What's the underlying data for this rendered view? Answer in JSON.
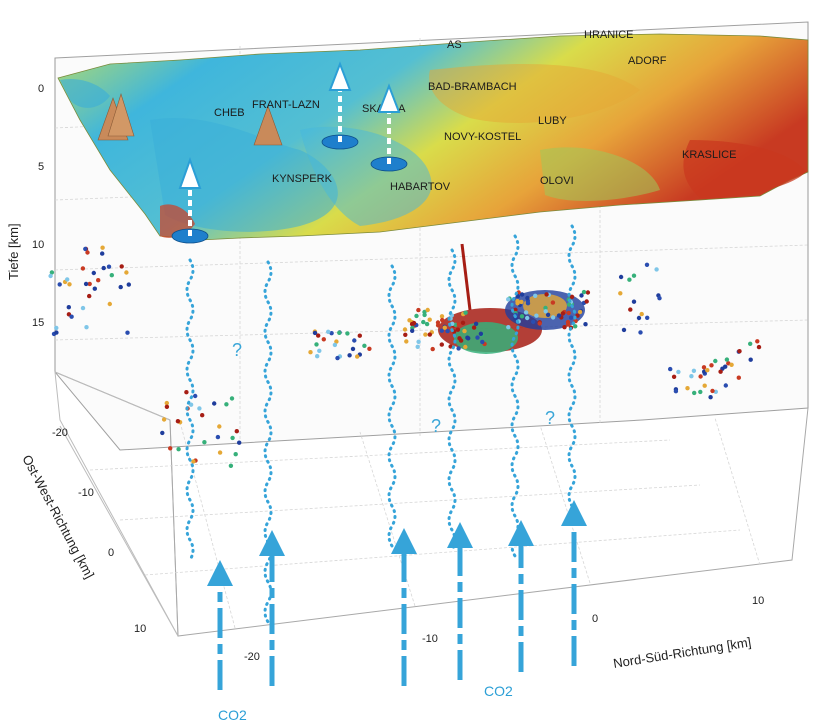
{
  "axes": {
    "depth_title": "Tiefe [km]",
    "depth_ticks": [
      "0",
      "5",
      "10",
      "15"
    ],
    "ew_title": "Ost-West-Richtung [km]",
    "ew_ticks": [
      "-20",
      "-10",
      "0",
      "10"
    ],
    "ns_title": "Nord-Süd-Richtung [km]",
    "ns_ticks": [
      "-20",
      "-10",
      "0",
      "10"
    ]
  },
  "towns": [
    "AS",
    "HRANICE",
    "ADORF",
    "BAD-BRAMBACH",
    "CHEB",
    "FRANT-LAZN",
    "SKALNA",
    "LUBY",
    "NOVY-KOSTEL",
    "KRASLICE",
    "KYNSPERK",
    "HABARTOV",
    "OLOVI"
  ],
  "unknown_marks": [
    "?",
    "?",
    "?"
  ],
  "co2_labels": [
    "CO2",
    "CO2"
  ],
  "colors": {
    "fluid_path": "#36a4d9",
    "volcano": "#c98a5a",
    "surface_low": "#3fb6dc",
    "surface_mid": "#d9dc4a",
    "surface_high": "#c83a22",
    "quake_cluster_red": "#a61d14",
    "quake_cluster_green": "#36b07a",
    "quake_cluster_blue": "#1f3d9c"
  }
}
